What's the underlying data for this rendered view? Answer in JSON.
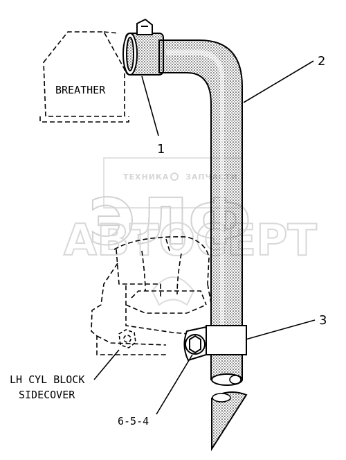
{
  "labels": {
    "breather": "BREATHER",
    "part1": "1",
    "part2": "2",
    "part3": "3",
    "bolt": "6-5-4",
    "sidecover_line1": "LH CYL BLOCK",
    "sidecover_line2": "SIDECOVER"
  },
  "watermark": {
    "left_text": "ТЕХНИКА",
    "right_text": "ЗАПЧАСТИ",
    "big_text": "ЭЛФ",
    "wide_text": "АВТОСЕРТ"
  }
}
